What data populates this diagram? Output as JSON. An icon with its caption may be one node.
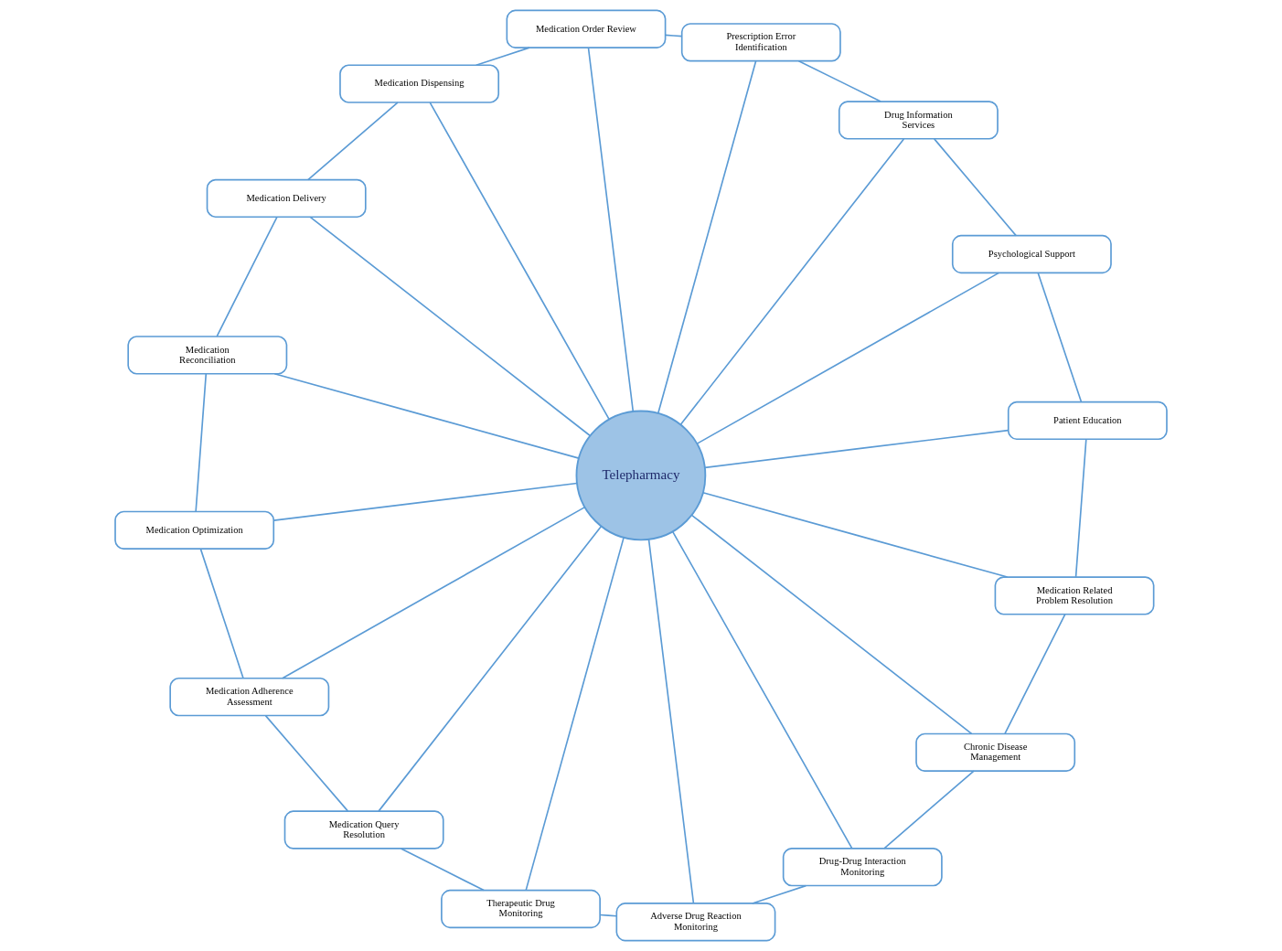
{
  "diagram": {
    "nodes": [
      {
        "text": [
          "Telepharmacy"
        ]
      },
      {
        "text": [
          "Medication Order Review"
        ]
      },
      {
        "text": [
          "Medication Dispensing"
        ]
      },
      {
        "text": [
          "Medication Delivery"
        ]
      },
      {
        "text": [
          "Medication Reconciliation"
        ]
      },
      {
        "text": [
          "Medication Optimization"
        ]
      },
      {
        "text": [
          "Medication Adherence Assessment"
        ]
      },
      {
        "text": [
          "Medication Query Resolution"
        ]
      },
      {
        "text": [
          "Therapeutic Drug Monitoring"
        ]
      },
      {
        "text": [
          "Adverse Drug Reaction Monitoring"
        ]
      },
      {
        "text": [
          "Drug-Drug Interaction Monitoring"
        ]
      },
      {
        "text": [
          "Chronic Disease Management"
        ]
      },
      {
        "text": [
          "Medication Related Problem Resolution"
        ]
      },
      {
        "text": [
          "Patient Education"
        ]
      },
      {
        "text": [
          "Psychological Support"
        ]
      },
      {
        "text": [
          "Drug Information Services"
        ]
      },
      {
        "text": [
          "Prescription Error Identification"
        ]
      }
    ],
    "edges": [
      {
        "from": 0,
        "to": 1,
        "arrow": "none"
      },
      {
        "from": 0,
        "to": 2,
        "arrow": "none"
      },
      {
        "from": 0,
        "to": 3,
        "arrow": "none"
      },
      {
        "from": 0,
        "to": 4,
        "arrow": "none"
      },
      {
        "from": 0,
        "to": 5,
        "arrow": "none"
      },
      {
        "from": 0,
        "to": 6,
        "arrow": "none"
      },
      {
        "from": 0,
        "to": 7,
        "arrow": "none"
      },
      {
        "from": 0,
        "to": 8,
        "arrow": "none"
      },
      {
        "from": 0,
        "to": 9,
        "arrow": "none"
      },
      {
        "from": 0,
        "to": 10,
        "arrow": "none"
      },
      {
        "from": 0,
        "to": 11,
        "arrow": "none"
      },
      {
        "from": 0,
        "to": 12,
        "arrow": "none"
      },
      {
        "from": 0,
        "to": 13,
        "arrow": "none"
      },
      {
        "from": 0,
        "to": 14,
        "arrow": "none"
      },
      {
        "from": 0,
        "to": 15,
        "arrow": "none"
      },
      {
        "from": 0,
        "to": 16,
        "arrow": "none"
      },
      {
        "from": 1,
        "to": 2,
        "arrow": "none"
      },
      {
        "from": 2,
        "to": 3,
        "arrow": "none"
      },
      {
        "from": 3,
        "to": 4,
        "arrow": "none"
      },
      {
        "from": 4,
        "to": 5,
        "arrow": "none"
      },
      {
        "from": 5,
        "to": 6,
        "arrow": "none"
      },
      {
        "from": 6,
        "to": 7,
        "arrow": "none"
      },
      {
        "from": 7,
        "to": 8,
        "arrow": "none"
      },
      {
        "from": 8,
        "to": 9,
        "arrow": "none"
      },
      {
        "from": 9,
        "to": 10,
        "arrow": "none"
      },
      {
        "from": 10,
        "to": 11,
        "arrow": "none"
      },
      {
        "from": 11,
        "to": 12,
        "arrow": "none"
      },
      {
        "from": 12,
        "to": 13,
        "arrow": "none"
      },
      {
        "from": 13,
        "to": 14,
        "arrow": "none"
      },
      {
        "from": 14,
        "to": 15,
        "arrow": "none"
      },
      {
        "from": 15,
        "to": 16,
        "arrow": "none"
      },
      {
        "from": 16,
        "to": 1,
        "arrow": "none"
      }
    ]
  }
}
